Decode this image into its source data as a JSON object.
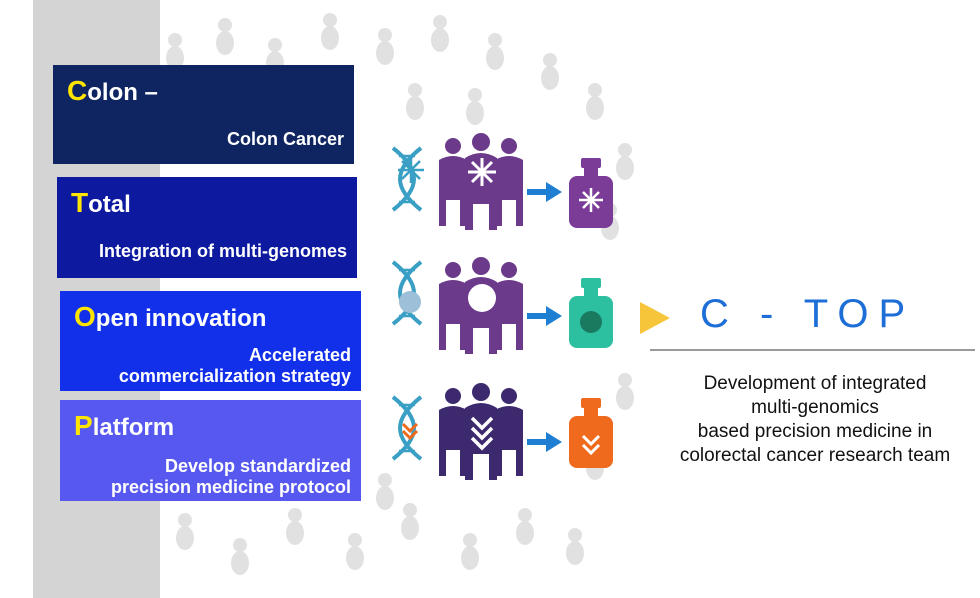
{
  "rows": [
    {
      "initial": "C",
      "rest": "olon –",
      "sub": "Colon Cancer"
    },
    {
      "initial": "T",
      "rest": "otal",
      "sub": "Integration of multi-genomes"
    },
    {
      "initial": "O",
      "rest": "pen innovation",
      "sub1": "Accelerated",
      "sub2": "commercialization strategy"
    },
    {
      "initial": "P",
      "rest": "latform",
      "sub1": "Develop standardized",
      "sub2": "precision medicine protocol"
    }
  ],
  "result": {
    "title": "C - TOP",
    "description": [
      "Development of integrated",
      "multi-genomics",
      "based precision medicine in",
      "colorectal cancer research team"
    ]
  },
  "colors": {
    "row1": "#0f2561",
    "row2": "#0d1aa0",
    "row3": "#1230ea",
    "row4": "#5658f0",
    "initial_letter": "#ffe500",
    "dna": "#3a9fc4",
    "arrow": "#1e7fd2",
    "play_arrow": "#f7c53a",
    "vial_purple": "#7a3c96",
    "vial_green": "#2cbfa0",
    "vial_orange": "#f06a1e",
    "ctop": "#1d6ed6"
  },
  "icons": [
    "dna-icon",
    "people-icon",
    "vial-icon",
    "right-arrow-icon",
    "play-arrow-icon"
  ]
}
